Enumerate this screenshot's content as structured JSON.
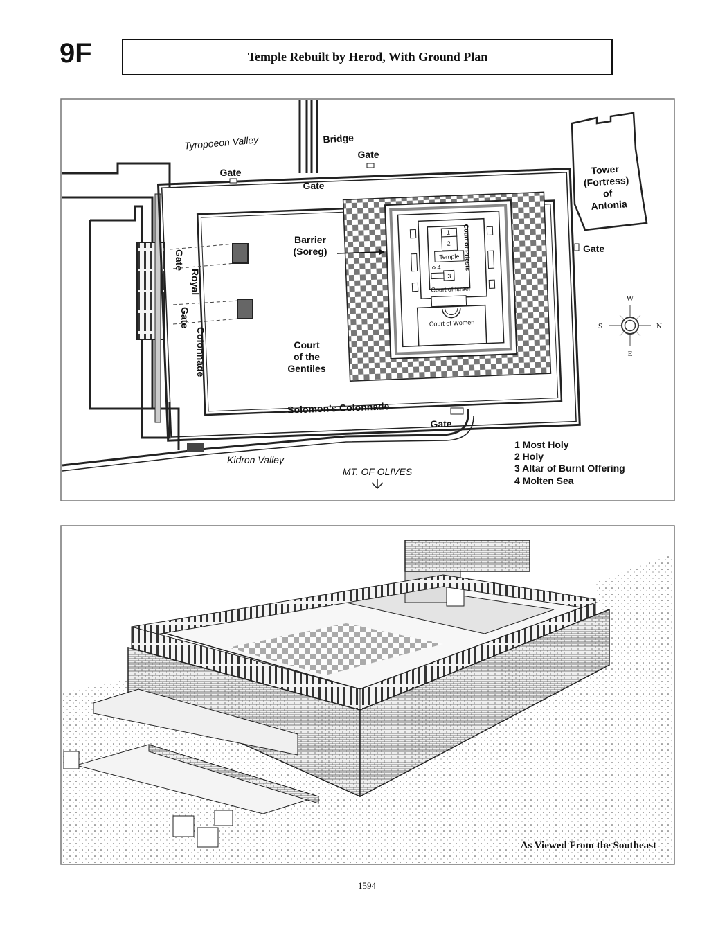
{
  "header": {
    "plate_number": "9F",
    "title": "Temple Rebuilt by Herod, With Ground Plan"
  },
  "plan": {
    "labels": {
      "tyropoeon": "Tyropoeon Valley",
      "bridge": "Bridge",
      "gate_top_left": "Gate",
      "gate_top_mid": "Gate",
      "gate_top_right": "Gate",
      "tower": [
        "Tower",
        "(Fortress)",
        "of",
        "Antonia"
      ],
      "gate_right": "Gate",
      "barrier": [
        "Barrier",
        "(Soreg)"
      ],
      "gate_west_1": "Gate",
      "royal": "Royal",
      "gate_west_2": "Gate",
      "colonnade": "Colonnade",
      "court_gentiles": [
        "Court",
        "of the",
        "Gentiles"
      ],
      "solomons_colonnade": "Solomon’s Colonnade",
      "gate_bottom": "Gate",
      "kidron": "Kidron Valley",
      "mt_olives": "MT. OF OLIVES",
      "court_priests": "Court of Priests",
      "temple": "Temple",
      "court_israel": "Court of Israel",
      "court_women": "Court of Women",
      "n1": "1",
      "n2": "2",
      "n3": "3",
      "n4": "4"
    },
    "compass": {
      "top": "W",
      "bottom": "E",
      "left": "S",
      "right": "N"
    },
    "legend": [
      "1 Most Holy",
      "2 Holy",
      "3 Altar of Burnt Offering",
      "4 Molten Sea"
    ]
  },
  "illustration": {
    "caption": "As Viewed From the Southeast"
  },
  "footer": {
    "page_number": "1594"
  }
}
